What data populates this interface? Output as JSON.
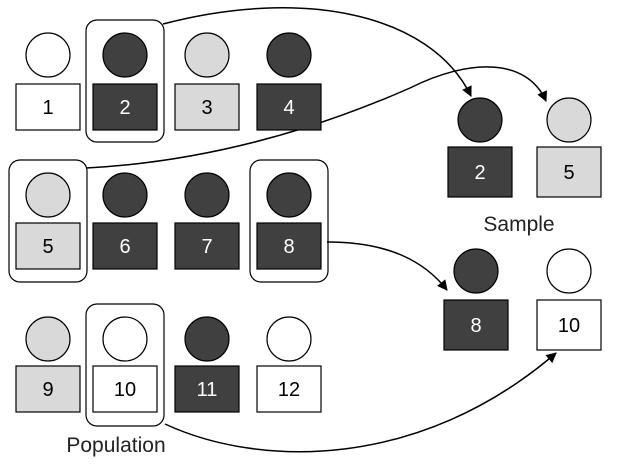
{
  "colors": {
    "white": "#ffffff",
    "light": "#d9d9d9",
    "dark": "#404040",
    "stroke": "#000000"
  },
  "population": {
    "label": "Population",
    "members": [
      {
        "number": "1",
        "shade": "white"
      },
      {
        "number": "2",
        "shade": "dark"
      },
      {
        "number": "3",
        "shade": "light"
      },
      {
        "number": "4",
        "shade": "dark"
      },
      {
        "number": "5",
        "shade": "light"
      },
      {
        "number": "6",
        "shade": "dark"
      },
      {
        "number": "7",
        "shade": "dark"
      },
      {
        "number": "8",
        "shade": "dark"
      },
      {
        "number": "9",
        "shade": "light"
      },
      {
        "number": "10",
        "shade": "white"
      },
      {
        "number": "11",
        "shade": "dark"
      },
      {
        "number": "12",
        "shade": "white"
      }
    ]
  },
  "sample": {
    "label": "Sample",
    "members": [
      {
        "number": "2",
        "shade": "dark"
      },
      {
        "number": "5",
        "shade": "light"
      },
      {
        "number": "8",
        "shade": "dark"
      },
      {
        "number": "10",
        "shade": "white"
      }
    ]
  },
  "selected": [
    "2",
    "5",
    "8",
    "10"
  ]
}
